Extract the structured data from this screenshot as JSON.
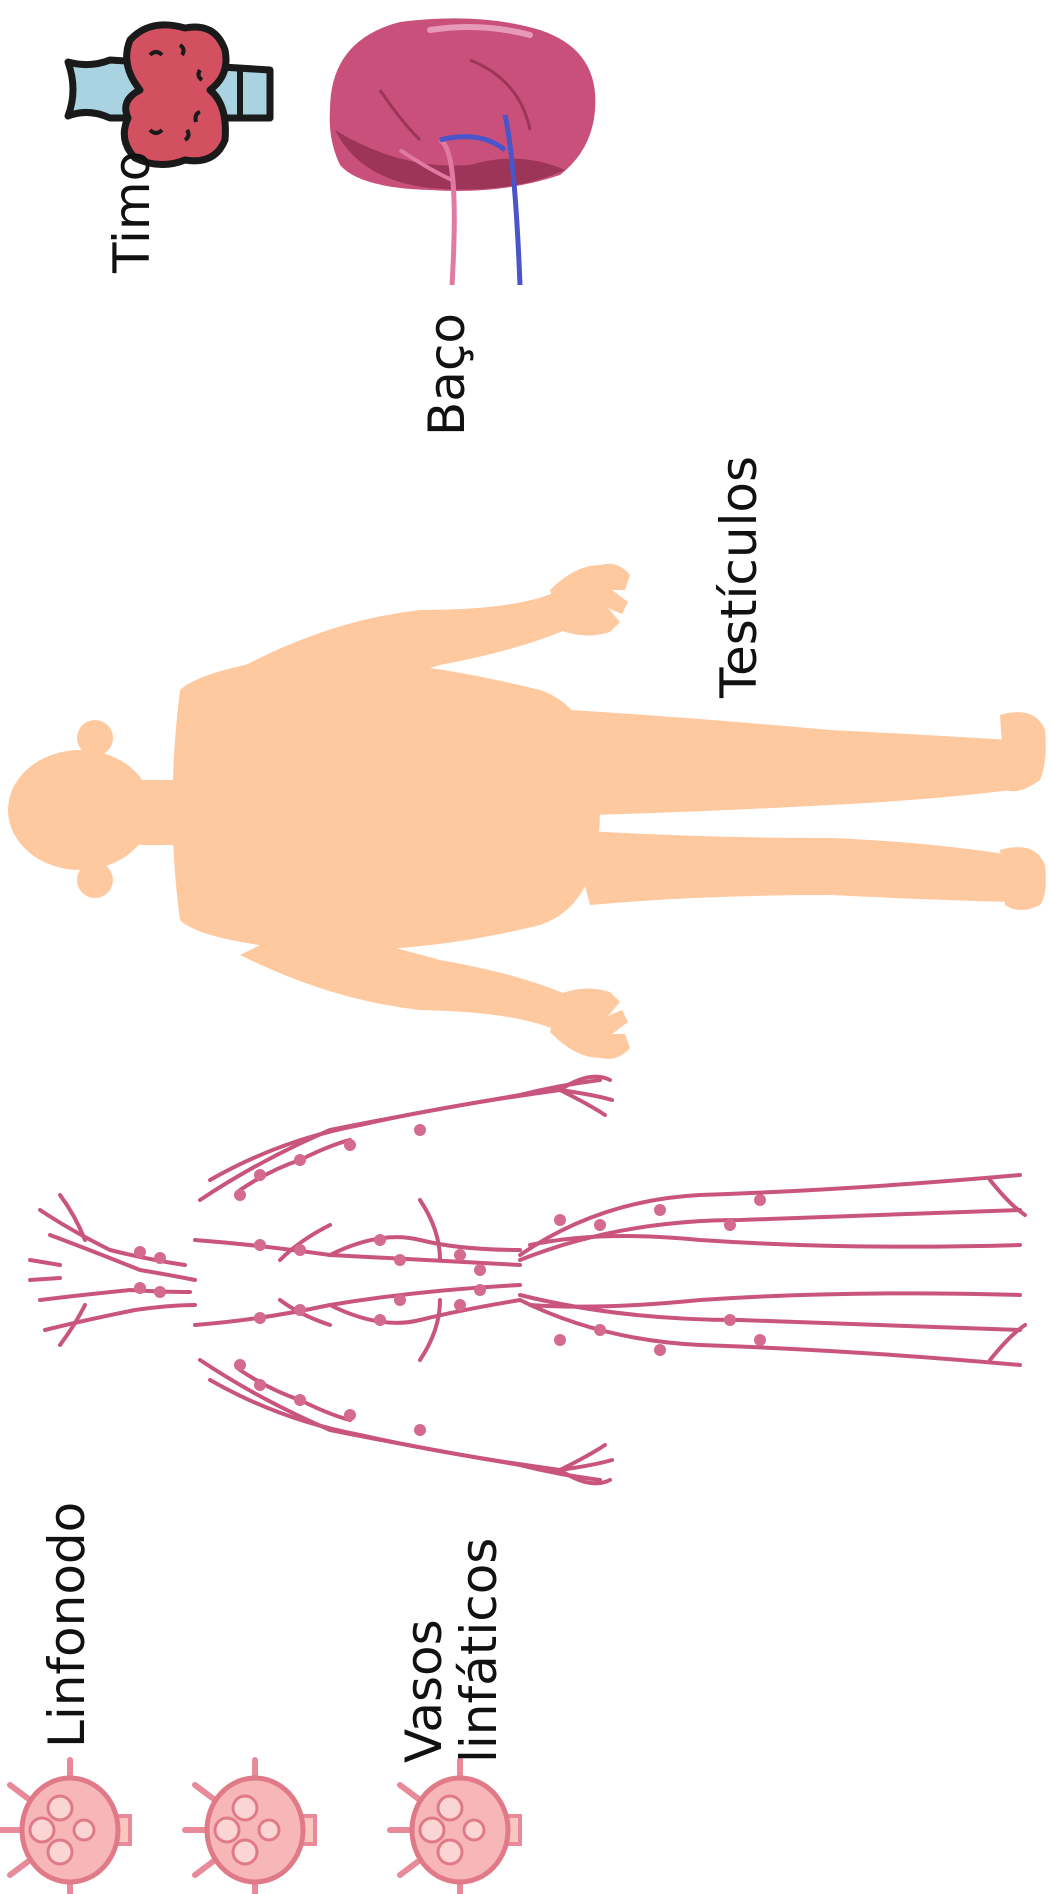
{
  "labels": {
    "thymus": "Timo",
    "spleen": "Baço",
    "testes": "Testículos",
    "lymph_vessels_line1": "Vasos",
    "lymph_vessels_line2": "linfáticos",
    "lymph_node": "Linfonodo"
  },
  "colors": {
    "skin": "#ffc9a0",
    "lymph": "#c9557f",
    "lymph_node_fill": "#f7b6b8",
    "spleen": "#c8507a",
    "spleen_dark": "#9d3558",
    "thymus": "#d2505f",
    "trachea": "#a9d3e0",
    "vein": "#4a55c9",
    "artery": "#e07aa3"
  }
}
